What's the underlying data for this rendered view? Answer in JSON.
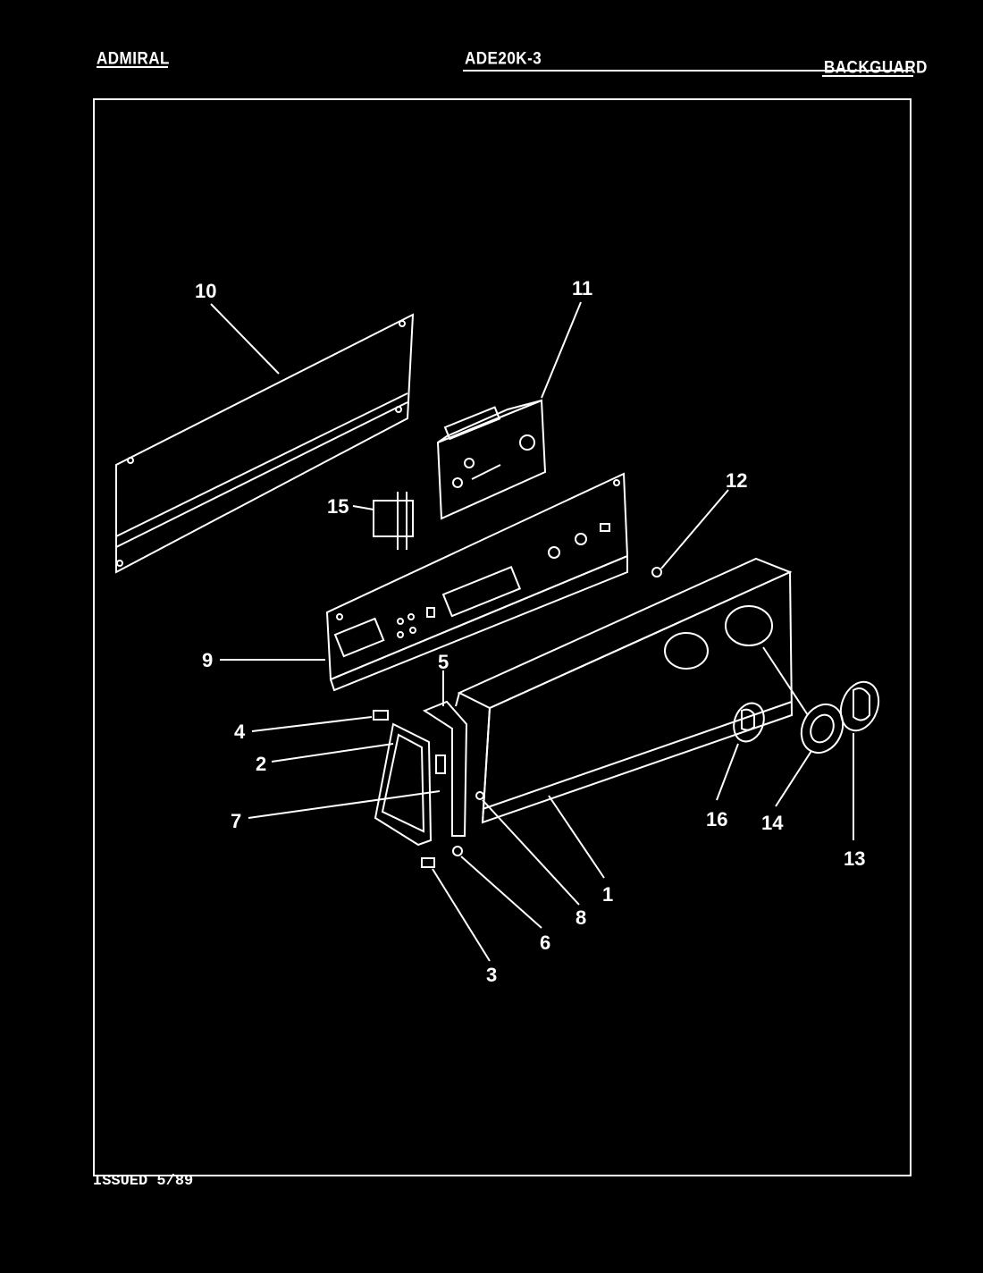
{
  "header": {
    "brand": "ADMIRAL",
    "model": "ADE20K-3",
    "section": "BACKGUARD"
  },
  "footer": {
    "issued": "ISSUED 5/89"
  },
  "callouts": [
    "1",
    "2",
    "3",
    "4",
    "5",
    "6",
    "7",
    "8",
    "9",
    "10",
    "11",
    "12",
    "13",
    "14",
    "15",
    "16"
  ],
  "colors": {
    "background": "#000000",
    "lines": "#ffffff"
  }
}
